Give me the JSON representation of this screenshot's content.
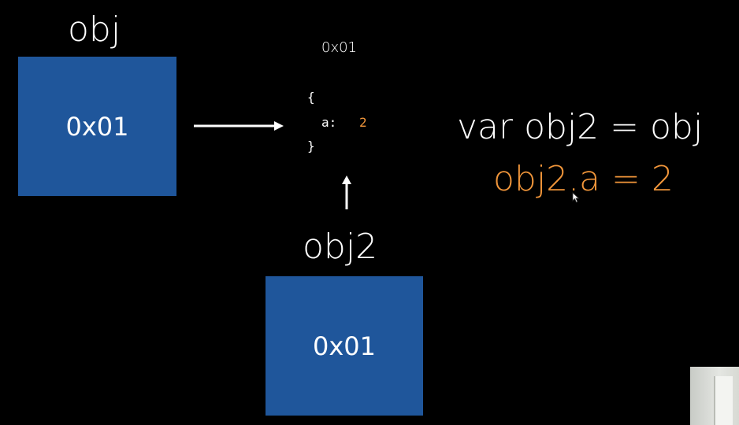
{
  "diagram": {
    "obj_label": "obj",
    "obj_box_value": "0x01",
    "heap_address": "0x01",
    "object_open": "{",
    "object_key": "a:",
    "object_value": "2",
    "object_close": "}",
    "obj2_label": "obj2",
    "obj2_box_value": "0x01"
  },
  "code": {
    "line1": "var obj2 = obj",
    "line2": "obj2.a = 2"
  },
  "colors": {
    "box_fill": "#1f569b",
    "accent": "#f0953a",
    "background": "#000000"
  },
  "icons": [
    "arrow-right-icon",
    "arrow-up-icon",
    "mouse-cursor-icon"
  ]
}
